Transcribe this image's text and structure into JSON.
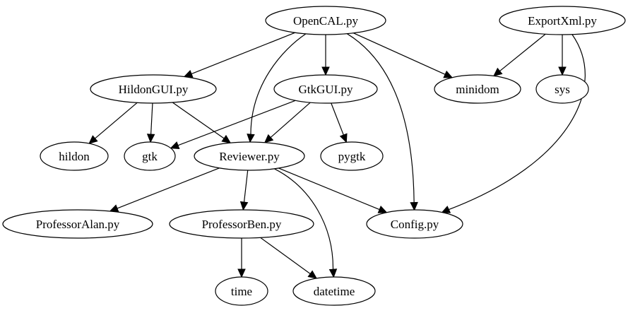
{
  "diagram": {
    "nodes": [
      {
        "id": "opencal",
        "label": "OpenCAL.py"
      },
      {
        "id": "exportxml",
        "label": "ExportXml.py"
      },
      {
        "id": "hildongui",
        "label": "HildonGUI.py"
      },
      {
        "id": "gtkgui",
        "label": "GtkGUI.py"
      },
      {
        "id": "minidom",
        "label": "minidom"
      },
      {
        "id": "sys",
        "label": "sys"
      },
      {
        "id": "hildon",
        "label": "hildon"
      },
      {
        "id": "gtk",
        "label": "gtk"
      },
      {
        "id": "reviewer",
        "label": "Reviewer.py"
      },
      {
        "id": "pygtk",
        "label": "pygtk"
      },
      {
        "id": "professoralan",
        "label": "ProfessorAlan.py"
      },
      {
        "id": "professorben",
        "label": "ProfessorBen.py"
      },
      {
        "id": "config",
        "label": "Config.py"
      },
      {
        "id": "time",
        "label": "time"
      },
      {
        "id": "datetime",
        "label": "datetime"
      }
    ],
    "edges": [
      {
        "from": "opencal",
        "to": "hildongui"
      },
      {
        "from": "opencal",
        "to": "gtkgui"
      },
      {
        "from": "opencal",
        "to": "reviewer"
      },
      {
        "from": "opencal",
        "to": "minidom"
      },
      {
        "from": "opencal",
        "to": "config"
      },
      {
        "from": "exportxml",
        "to": "minidom"
      },
      {
        "from": "exportxml",
        "to": "sys"
      },
      {
        "from": "exportxml",
        "to": "config"
      },
      {
        "from": "hildongui",
        "to": "hildon"
      },
      {
        "from": "hildongui",
        "to": "gtk"
      },
      {
        "from": "hildongui",
        "to": "reviewer"
      },
      {
        "from": "gtkgui",
        "to": "gtk"
      },
      {
        "from": "gtkgui",
        "to": "reviewer"
      },
      {
        "from": "gtkgui",
        "to": "pygtk"
      },
      {
        "from": "reviewer",
        "to": "professoralan"
      },
      {
        "from": "reviewer",
        "to": "professorben"
      },
      {
        "from": "reviewer",
        "to": "config"
      },
      {
        "from": "reviewer",
        "to": "datetime"
      },
      {
        "from": "professorben",
        "to": "time"
      },
      {
        "from": "professorben",
        "to": "datetime"
      }
    ]
  }
}
